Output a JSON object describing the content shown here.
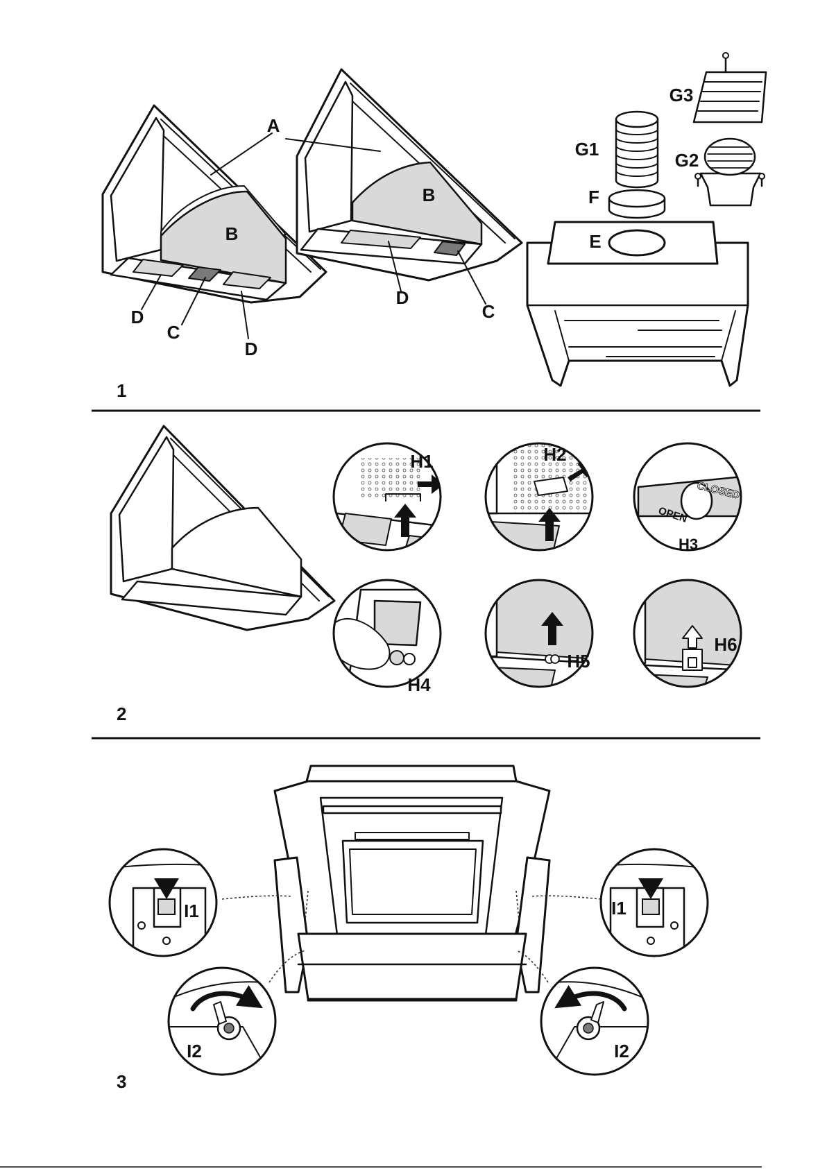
{
  "figure1": {
    "number": "1",
    "labels": {
      "a": "A",
      "b_left": "B",
      "b_right": "B",
      "c_left": "C",
      "c_right": "C",
      "d_left1": "D",
      "d_left2": "D",
      "d_right": "D",
      "e": "E",
      "f": "F",
      "g1": "G1",
      "g2": "G2",
      "g3": "G3"
    }
  },
  "figure2": {
    "number": "2",
    "labels": {
      "h1": "H1",
      "h2": "H2",
      "h3": "H3",
      "h4": "H4",
      "h5": "H5",
      "h6": "H6"
    },
    "switch_open": "OPEN",
    "switch_closed": "CLOSED"
  },
  "figure3": {
    "number": "3",
    "labels": {
      "i1_left": "I1",
      "i1_right": "I1",
      "i2_left": "I2",
      "i2_right": "I2"
    }
  },
  "colors": {
    "line": "#111111",
    "panel": "#d9d9d9",
    "filter": "#7a7a7a"
  }
}
